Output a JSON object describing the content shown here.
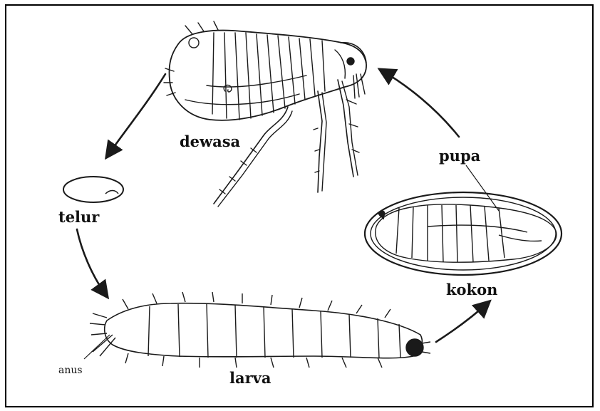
{
  "labels": {
    "adult": "dewasa",
    "egg": "telur",
    "pupa": "pupa",
    "cocoon": "kokon",
    "larva": "larva",
    "anus": "anus"
  },
  "colors": {
    "line": "#1a1a1a",
    "background": "#ffffff"
  }
}
